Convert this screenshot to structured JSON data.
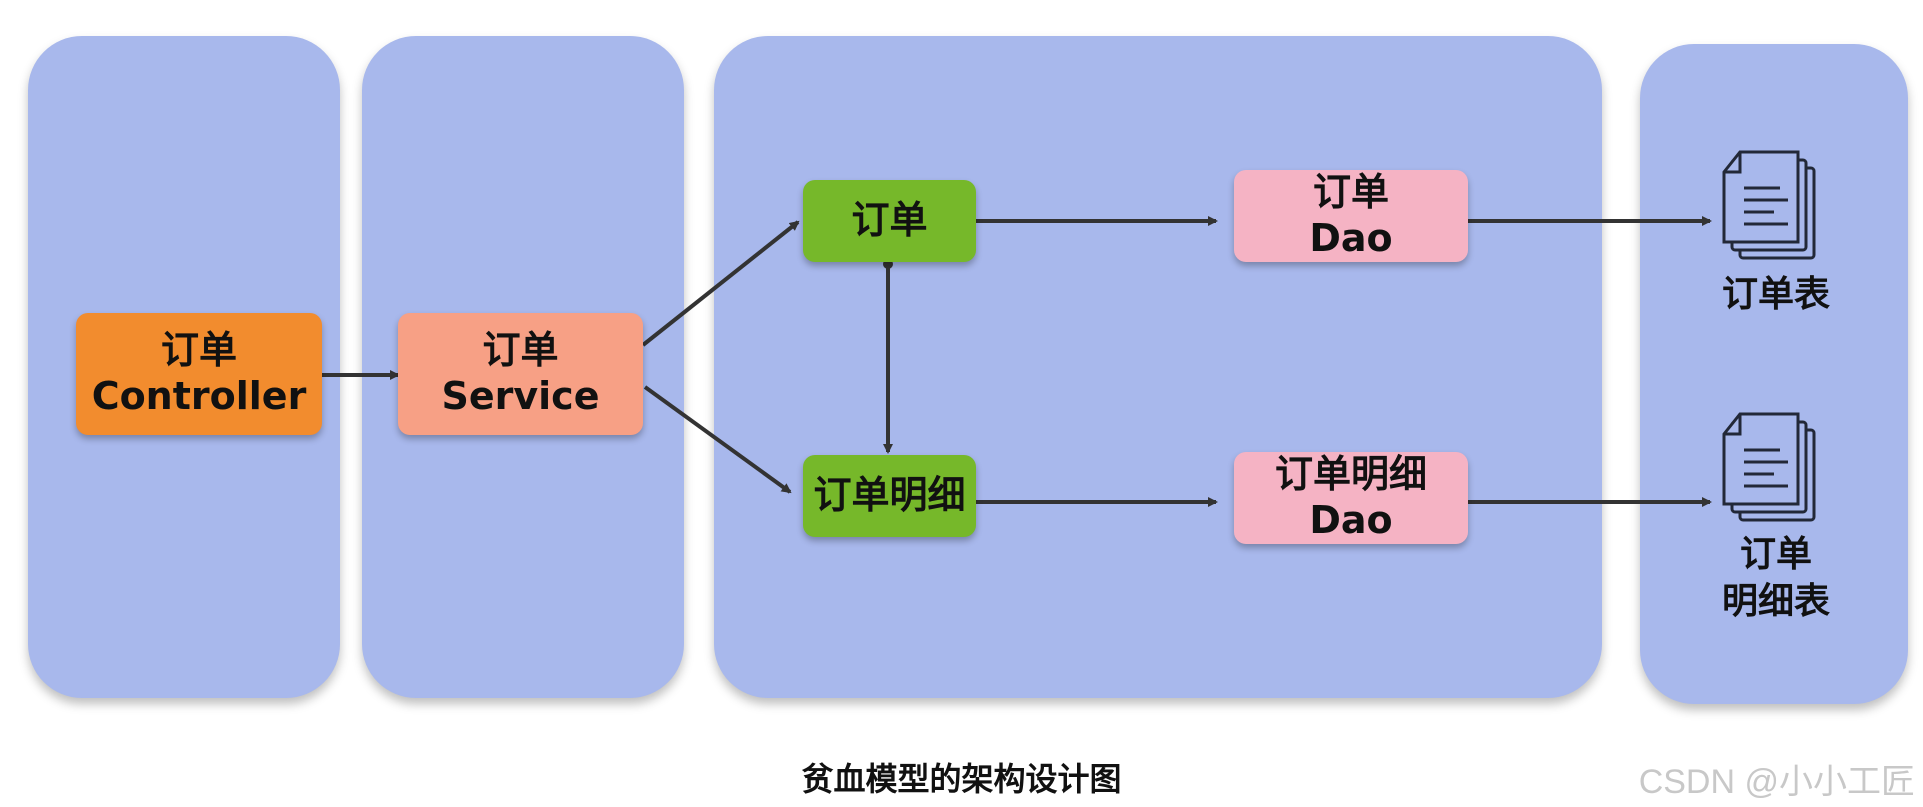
{
  "nodes": {
    "controller": {
      "line1": "订单",
      "line2": "Controller"
    },
    "service": {
      "line1": "订单",
      "line2": "Service"
    },
    "order": {
      "line1": "订单"
    },
    "order_detail": {
      "line1": "订单明细"
    },
    "order_dao": {
      "line1": "订单",
      "line2": "Dao"
    },
    "order_detail_dao": {
      "line1": "订单明细",
      "line2": "Dao"
    }
  },
  "tables": {
    "order_table": {
      "label": "订单表"
    },
    "order_detail_table": {
      "line1": "订单",
      "line2": "明细表"
    }
  },
  "caption": "贫血模型的架构设计图",
  "watermark": "CSDN @小小工匠",
  "colors": {
    "lane": "#a8b8ec",
    "controller": "#f28c2e",
    "service": "#f7a085",
    "domain": "#76b82a",
    "dao": "#f5b3c4",
    "arrow": "#333333"
  }
}
